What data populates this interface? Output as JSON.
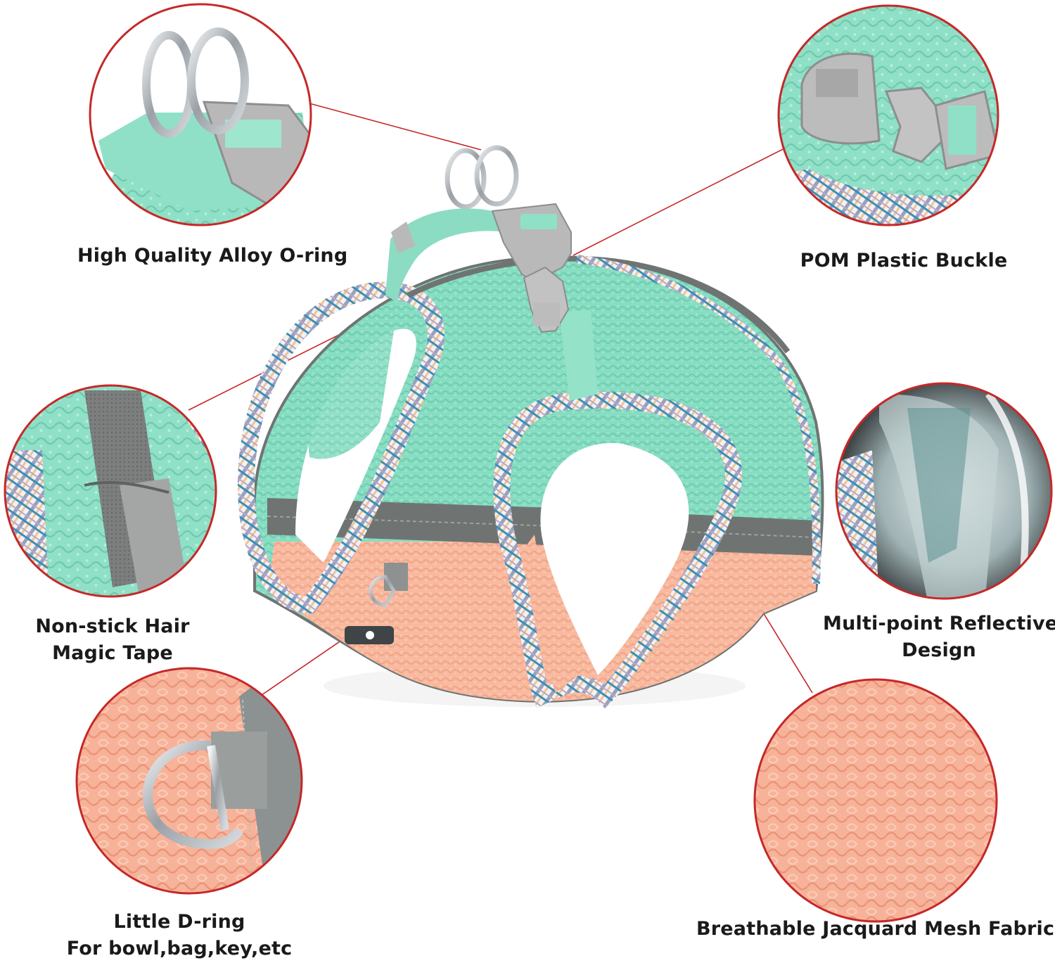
{
  "callouts": {
    "oring": {
      "label": "High Quality Alloy O-ring",
      "icon": "o-ring-closeup"
    },
    "buckle": {
      "label": "POM Plastic Buckle",
      "icon": "buckle-closeup"
    },
    "tape": {
      "line1": "Non-stick Hair",
      "line2": "Magic Tape",
      "icon": "magic-tape-closeup"
    },
    "reflective": {
      "line1": "Multi-point Reflective",
      "line2": "Design",
      "icon": "reflective-strip-closeup"
    },
    "dring": {
      "line1": "Little D-ring",
      "line2": "For bowl,bag,key,etc",
      "icon": "d-ring-closeup"
    },
    "mesh": {
      "label": "Breathable Jacquard Mesh Fabric",
      "icon": "mesh-fabric-closeup"
    }
  },
  "colors": {
    "leader_line": "#c62828",
    "circle_border": "#c62828",
    "mint": "#7fd9bd",
    "peach": "#f7b79c",
    "reflective_gray": "#6f7472",
    "buckle_gray": "#b9b9b9",
    "trim_blue": "#3b8fb8",
    "metal": "#9aa0a6"
  }
}
